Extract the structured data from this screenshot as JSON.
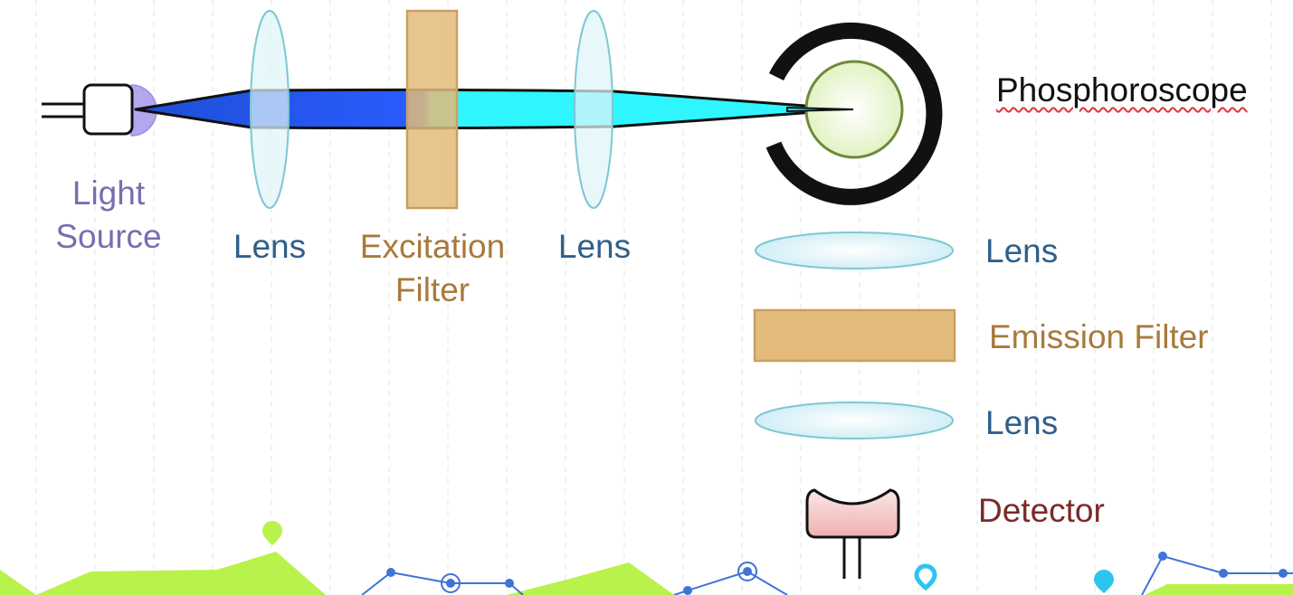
{
  "labels": {
    "light_source_line1": "Light",
    "light_source_line2": "Source",
    "lens_1": "Lens",
    "excitation_line1": "Excitation",
    "excitation_line2": "Filter",
    "lens_2": "Lens",
    "phosphoroscope": "Phosphoroscope",
    "lens_3": "Lens",
    "emission_filter": "Emission Filter",
    "lens_4": "Lens",
    "detector": "Detector"
  },
  "colors": {
    "light_source_text": "#7a6eae",
    "lens_text": "#2f5f8a",
    "filter_text": "#a87a3a",
    "detector_text": "#7a2a2a",
    "filter_fill": "#e3bb7a",
    "filter_stroke": "#c9a060",
    "lens_fill": "#dff4f8",
    "lens_stroke": "#7ec7d3",
    "beam_blue": "#2a5cff",
    "beam_cyan": "#2ff5ff",
    "sample_fill": "#e6f5c8",
    "sample_stroke": "#6e8a3a",
    "detector_fill": "#f0b8b8",
    "decor_green": "#b9f24a",
    "decor_line": "#3f73d6",
    "decor_marker": "#2ec4f0"
  },
  "icons": {
    "light_source": "light-source-icon",
    "phosphoroscope": "phosphoroscope-icon",
    "detector": "detector-icon"
  }
}
